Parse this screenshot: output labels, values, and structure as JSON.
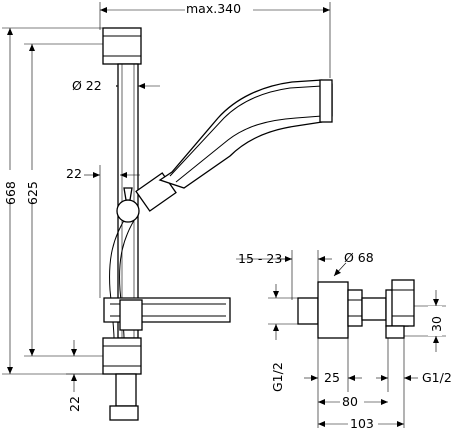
{
  "dimensions": {
    "max_width": "max.340",
    "rail_diameter": "Ø 22",
    "rail_offset": "22",
    "height_total": "668",
    "height_holes": "625",
    "bottom_offset": "22",
    "thread_range": "15 - 23",
    "valve_diameter": "Ø 68",
    "inlet_left": "G1/2",
    "inlet_right": "G1/2",
    "valve_height": "30",
    "depth_25": "25",
    "width_80": "80",
    "width_103": "103"
  }
}
